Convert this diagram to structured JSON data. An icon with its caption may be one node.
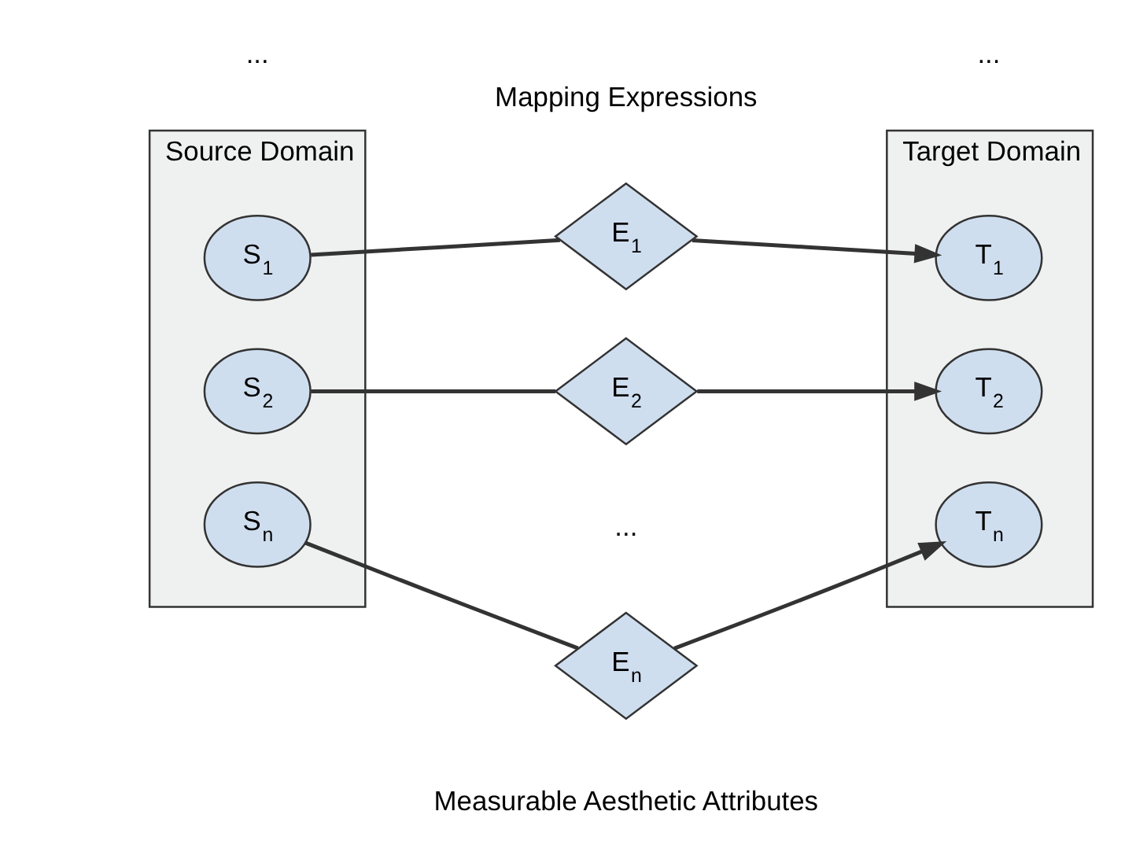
{
  "diagram": {
    "nodes": [
      {
        "text": [
          "Source Domain"
        ]
      },
      {
        "text": [
          "S$_{1}$"
        ],
        "in": 0
      },
      {
        "text": [
          "S$_{2}$"
        ],
        "in": 0
      },
      {
        "text": [
          "S$_{n}$"
        ],
        "in": 0
      },
      {
        "text": [
          "Target Domain"
        ]
      },
      {
        "text": [
          "T$_{1}$"
        ],
        "in": 4
      },
      {
        "text": [
          "T$_{2}$"
        ],
        "in": 4
      },
      {
        "text": [
          "T$_{n}$"
        ],
        "in": 4
      },
      {
        "text": [
          "E$_{1}$"
        ]
      },
      {
        "text": [
          "E$_{2}$"
        ]
      },
      {
        "text": [
          "E$_{n}$"
        ]
      }
    ],
    "edges": [
      {
        "from": 1,
        "to": 8,
        "arrow": "none"
      },
      {
        "from": 8,
        "to": 5,
        "arrow": "to"
      },
      {
        "from": 2,
        "to": 9,
        "arrow": "none"
      },
      {
        "from": 9,
        "to": 6,
        "arrow": "to"
      },
      {
        "from": 3,
        "to": 10,
        "arrow": "none"
      },
      {
        "from": 10,
        "to": 7,
        "arrow": "to"
      }
    ],
    "labels": [
      "Mapping Expressions",
      "...",
      "...",
      "...",
      "Measurable Aesthetic Attributes"
    ]
  }
}
